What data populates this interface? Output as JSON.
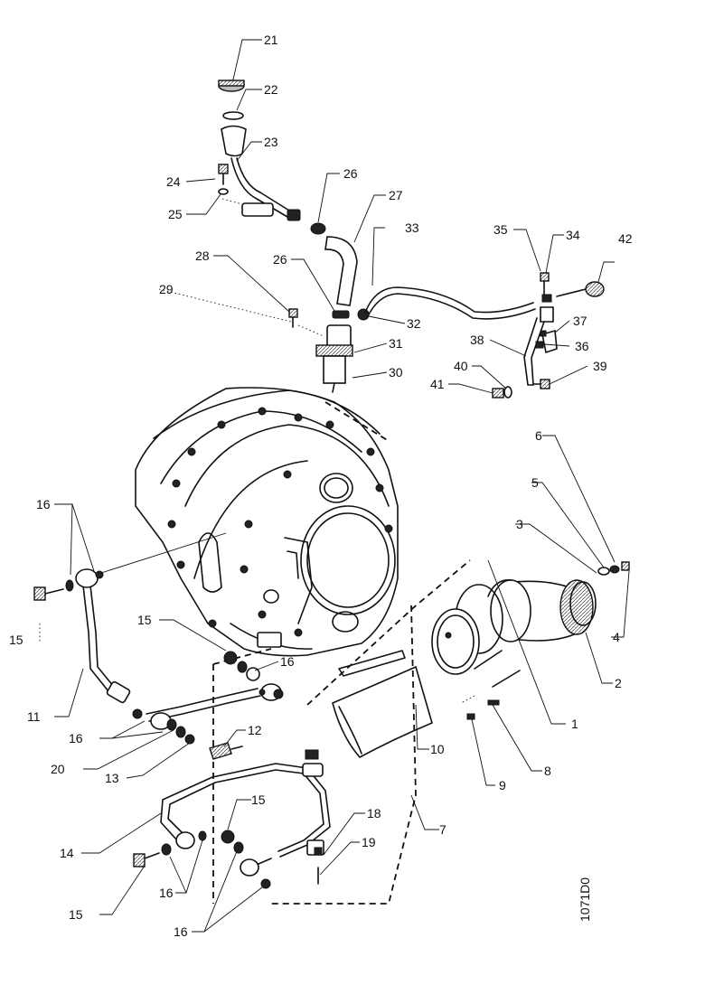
{
  "drawing_code": "1071D0",
  "callouts": [
    {
      "id": "c1",
      "text": "1"
    },
    {
      "id": "c2",
      "text": "2"
    },
    {
      "id": "c3",
      "text": "3"
    },
    {
      "id": "c4",
      "text": "4"
    },
    {
      "id": "c5",
      "text": "5"
    },
    {
      "id": "c6",
      "text": "6"
    },
    {
      "id": "c7",
      "text": "7"
    },
    {
      "id": "c8",
      "text": "8"
    },
    {
      "id": "c9",
      "text": "9"
    },
    {
      "id": "c10",
      "text": "10"
    },
    {
      "id": "c11",
      "text": "11"
    },
    {
      "id": "c12",
      "text": "12"
    },
    {
      "id": "c13",
      "text": "13"
    },
    {
      "id": "c14",
      "text": "14"
    },
    {
      "id": "c15a",
      "text": "15"
    },
    {
      "id": "c15b",
      "text": "15"
    },
    {
      "id": "c15c",
      "text": "15"
    },
    {
      "id": "c15d",
      "text": "15"
    },
    {
      "id": "c16a",
      "text": "16"
    },
    {
      "id": "c16b",
      "text": "16"
    },
    {
      "id": "c16c",
      "text": "16"
    },
    {
      "id": "c16d",
      "text": "16"
    },
    {
      "id": "c16e",
      "text": "16"
    },
    {
      "id": "c18",
      "text": "18"
    },
    {
      "id": "c19",
      "text": "19"
    },
    {
      "id": "c20",
      "text": "20"
    },
    {
      "id": "c21",
      "text": "21"
    },
    {
      "id": "c22",
      "text": "22"
    },
    {
      "id": "c23",
      "text": "23"
    },
    {
      "id": "c24",
      "text": "24"
    },
    {
      "id": "c25",
      "text": "25"
    },
    {
      "id": "c26a",
      "text": "26"
    },
    {
      "id": "c26b",
      "text": "26"
    },
    {
      "id": "c27",
      "text": "27"
    },
    {
      "id": "c28",
      "text": "28"
    },
    {
      "id": "c29",
      "text": "29"
    },
    {
      "id": "c30",
      "text": "30"
    },
    {
      "id": "c31",
      "text": "31"
    },
    {
      "id": "c32",
      "text": "32"
    },
    {
      "id": "c33",
      "text": "33"
    },
    {
      "id": "c34",
      "text": "34"
    },
    {
      "id": "c35",
      "text": "35"
    },
    {
      "id": "c36",
      "text": "36"
    },
    {
      "id": "c37",
      "text": "37"
    },
    {
      "id": "c38",
      "text": "38"
    },
    {
      "id": "c39",
      "text": "39"
    },
    {
      "id": "c40",
      "text": "40"
    },
    {
      "id": "c41",
      "text": "41"
    },
    {
      "id": "c42",
      "text": "42"
    }
  ]
}
